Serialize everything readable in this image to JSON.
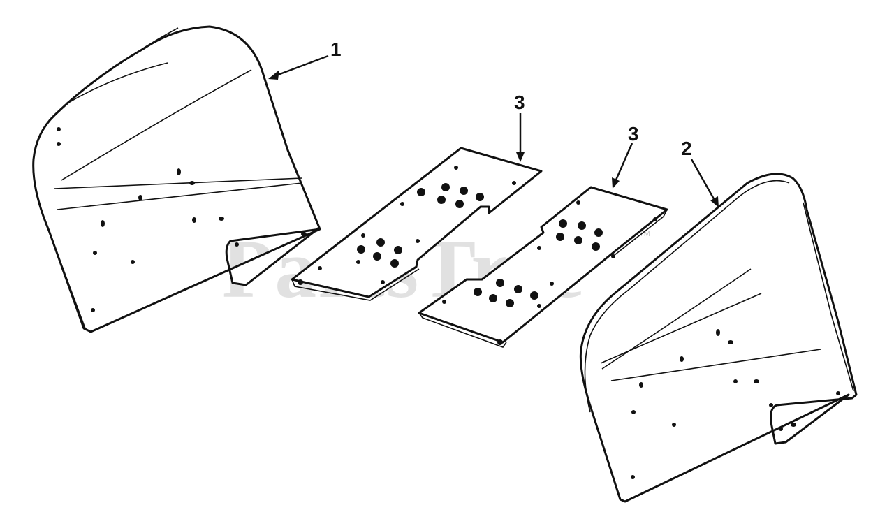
{
  "watermark": {
    "text": "PartsTree",
    "trademark": "TM"
  },
  "callouts": {
    "c1": "1",
    "c2": "2",
    "c3a": "3",
    "c3b": "3"
  },
  "colors": {
    "line": "#111111",
    "watermark": "#c9c9c9",
    "background": "#ffffff"
  }
}
